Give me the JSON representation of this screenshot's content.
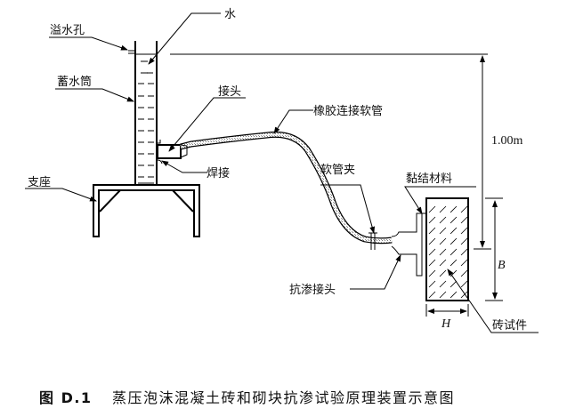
{
  "labels": {
    "overflow_hole": "溢水孔",
    "water": "水",
    "reservoir": "蓄水筒",
    "joint": "接头",
    "rubber_hose": "橡胶连接软管",
    "weld": "焊接",
    "support": "支座",
    "hose_clamp": "软管夹",
    "bonding_material": "黏结材料",
    "seepage_joint": "抗渗接头",
    "brick_specimen": "砖试件"
  },
  "dimensions": {
    "head_height": "1.00m",
    "specimen_height": "B",
    "specimen_thickness": "H"
  },
  "caption": {
    "number": "图 D.1",
    "title": "蒸压泡沫混凝土砖和砌块抗渗试验原理装置示意图"
  }
}
